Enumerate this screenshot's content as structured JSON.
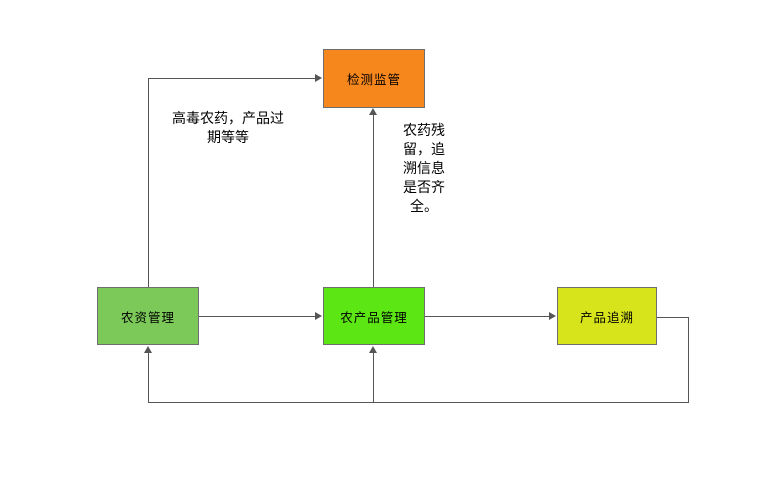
{
  "diagram": {
    "nodes": {
      "detection": {
        "label": "检测监管",
        "fill": "#f6871d"
      },
      "supply": {
        "label": "农资管理",
        "fill": "#7cc95a"
      },
      "produce": {
        "label": "农产品管理",
        "fill": "#5ce613"
      },
      "trace": {
        "label": "产品追溯",
        "fill": "#d7e41c"
      }
    },
    "annotations": {
      "toxic": "高毒农药，产品过\n期等等",
      "residue": "农药残\n留，追\n溯信息\n是否齐\n全。"
    },
    "colors": {
      "line": "#555555",
      "node_border": "#6e6e6e",
      "background": "#ffffff"
    }
  }
}
